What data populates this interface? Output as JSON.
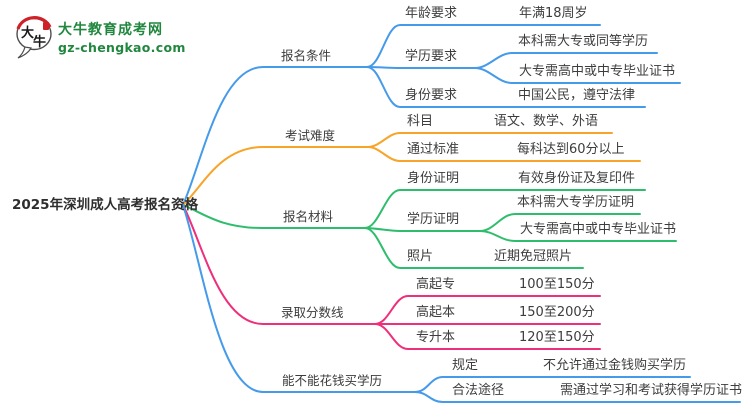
{
  "logo": {
    "site_name": "大牛教育成考网",
    "site_url": "gz-chengkao.com",
    "icon_chars": [
      "大",
      "牛"
    ],
    "brand_green": "#21873F",
    "seal_red": "#CF2128"
  },
  "root": {
    "title": "2025年深圳成人高考报名资格"
  },
  "colors": {
    "blue": "#459AE9",
    "orange": "#F7A429",
    "green": "#2EBD6C",
    "pink": "#EE2F7B"
  },
  "branches": [
    {
      "label": "报名条件",
      "color": "blue",
      "children": [
        {
          "label": "年龄要求",
          "value": "年满18周岁"
        },
        {
          "label": "学历要求",
          "values": [
            "本科需大专或同等学历",
            "大专需高中或中专毕业证书"
          ]
        },
        {
          "label": "身份要求",
          "value": "中国公民，遵守法律"
        }
      ]
    },
    {
      "label": "考试难度",
      "color": "orange",
      "children": [
        {
          "label": "科目",
          "value": "语文、数学、外语"
        },
        {
          "label": "通过标准",
          "value": "每科达到60分以上"
        }
      ]
    },
    {
      "label": "报名材料",
      "color": "green",
      "children": [
        {
          "label": "身份证明",
          "value": "有效身份证及复印件"
        },
        {
          "label": "学历证明",
          "values": [
            "本科需大专学历证明",
            "大专需高中或中专毕业证书"
          ]
        },
        {
          "label": "照片",
          "value": "近期免冠照片"
        }
      ]
    },
    {
      "label": "录取分数线",
      "color": "pink",
      "children": [
        {
          "label": "高起专",
          "value": "100至150分"
        },
        {
          "label": "高起本",
          "value": "150至200分"
        },
        {
          "label": "专升本",
          "value": "120至150分"
        }
      ]
    },
    {
      "label": "能不能花钱买学历",
      "color": "blue",
      "children": [
        {
          "label": "规定",
          "value": "不允许通过金钱购买学历"
        },
        {
          "label": "合法途径",
          "value": "需通过学习和考试获得学历证书"
        }
      ]
    }
  ]
}
